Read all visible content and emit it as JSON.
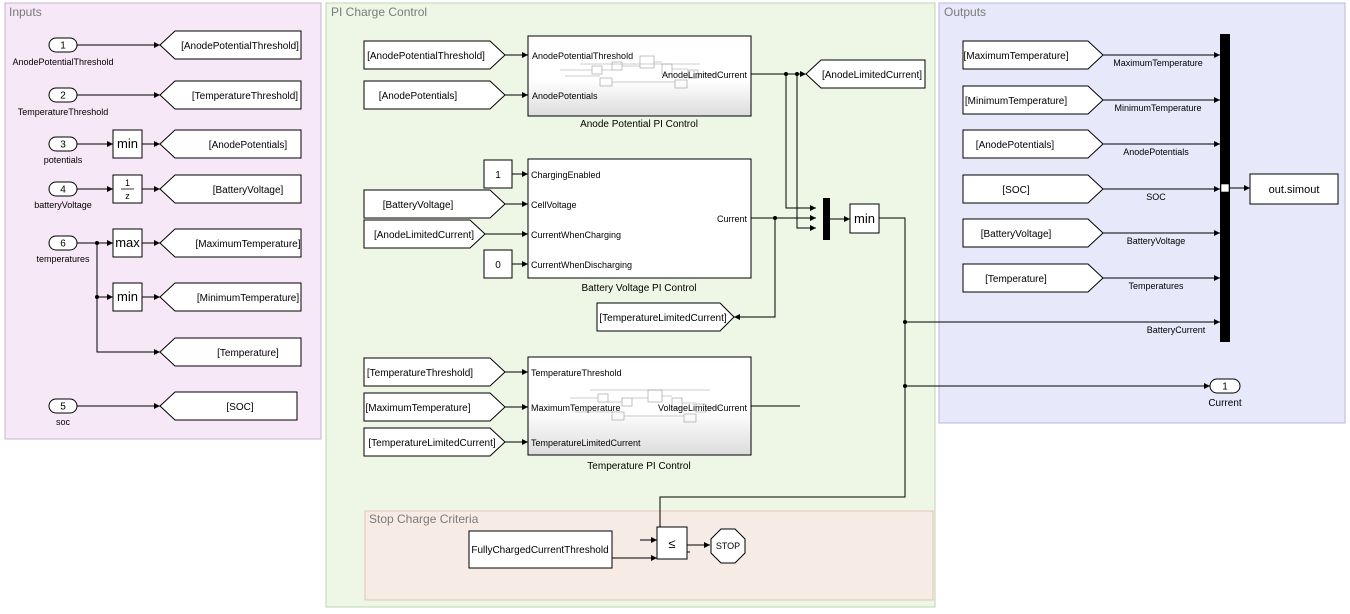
{
  "areas": {
    "inputs": "Inputs",
    "pi_control": "PI Charge Control",
    "outputs": "Outputs",
    "stop_criteria": "Stop Charge Criteria"
  },
  "inports": [
    {
      "num": "1",
      "name": "AnodePotentialThreshold"
    },
    {
      "num": "2",
      "name": "TemperatureThreshold"
    },
    {
      "num": "3",
      "name": "potentials"
    },
    {
      "num": "4",
      "name": "batteryVoltage"
    },
    {
      "num": "6",
      "name": "temperatures"
    },
    {
      "num": "5",
      "name": "soc"
    }
  ],
  "input_gotos": [
    "[AnodePotentialThreshold]",
    "[TemperatureThreshold]",
    "[AnodePotentials]",
    "[BatteryVoltage]",
    "[MaximumTemperature]",
    "[MinimumTemperature]",
    "[Temperature]",
    "[SOC]"
  ],
  "ops": {
    "min": "min",
    "max": "max",
    "min2": "min",
    "frac_num": "1",
    "frac_den": "z",
    "min_out": "min",
    "le": "≤"
  },
  "anode_block": {
    "name": "Anode Potential PI Control",
    "from1": "[AnodePotentialThreshold]",
    "from2": "[AnodePotentials]",
    "in1": "AnodePotentialThreshold",
    "in2": "AnodePotentials",
    "out": "AnodeLimitedCurrent",
    "goto": "[AnodeLimitedCurrent]"
  },
  "battery_block": {
    "name": "Battery Voltage PI Control",
    "const1": "1",
    "const0": "0",
    "from1": "[BatteryVoltage]",
    "from2": "[AnodeLimitedCurrent]",
    "in1": "ChargingEnabled",
    "in2": "CellVoltage",
    "in3": "CurrentWhenCharging",
    "in4": "CurrentWhenDischarging",
    "out": "Current"
  },
  "temp_from": "[TemperatureLimitedCurrent]",
  "temp_block": {
    "name": "Temperature PI Control",
    "from1": "[TemperatureThreshold]",
    "from2": "[MaximumTemperature]",
    "from3": "[TemperatureLimitedCurrent]",
    "in1": "TemperatureThreshold",
    "in2": "MaximumTemperature",
    "in3": "TemperatureLimitedCurrent",
    "out": "VoltageLimitedCurrent"
  },
  "stop": {
    "threshold": "FullyChargedCurrentThreshold",
    "stop_label": "STOP"
  },
  "outputs": {
    "froms": [
      "[MaximumTemperature]",
      "[MinimumTemperature]",
      "[AnodePotentials]",
      "[SOC]",
      "[BatteryVoltage]",
      "[Temperature]"
    ],
    "signals": [
      "MaximumTemperature",
      "MinimumTemperature",
      "AnodePotentials",
      "SOC",
      "BatteryVoltage",
      "Temperatures",
      "BatteryCurrent"
    ],
    "simout": "out.simout",
    "outport_num": "1",
    "outport_name": "Current"
  }
}
